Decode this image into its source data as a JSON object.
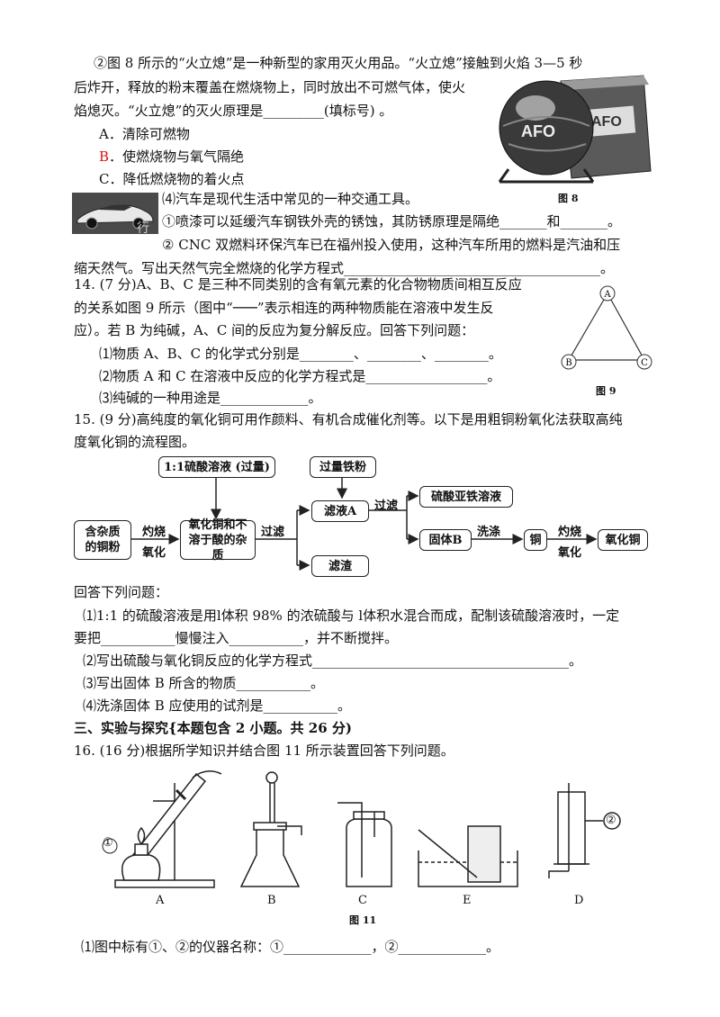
{
  "q13": {
    "p2_line1": "②图 8 所示的“火立熄”是一种新型的家用灭火用品。“火立熄”接触到火焰 3—5 秒",
    "p2_line2": "后炸开，释放的粉末覆盖在燃烧物上，同时放出不可燃气体，使火",
    "p2_line3": "焰熄灭。“火立熄”的灭火原理是_________(填标号) 。",
    "opt_a": "A．清除可燃物",
    "opt_b_letter": "B",
    "opt_b_text": "．使燃烧物与氧气隔绝",
    "opt_c": "C．降低燃烧物的着火点",
    "fig8_caption": "图 8",
    "q4_line": "⑷汽车是现代生活中常见的一种交通工具。",
    "q4_1": "①喷漆可以延缓汽车钢铁外壳的锈蚀，其防锈原理是隔绝_______和_______。",
    "q4_2a": "② CNC 双燃料环保汽车已在福州投入使用，这种汽车所用的燃料是汽油和压",
    "q4_2b": "缩天然气。写出天然气完全燃烧的化学方程式______________________________________。"
  },
  "q14": {
    "line1": "14. (7 分)A、B、C 是三种不同类别的含有氧元素的化合物物质间相互反应",
    "line2": "的关系如图 9 所示（图中“───”表示相连的两种物质能在溶液中发生反",
    "line3": "应）。若 B 为纯碱，A、C 间的反应为复分解反应。回答下列问题：",
    "sub1": "⑴物质 A、B、C 的化学式分别是________、________、________。",
    "sub2": "⑵物质 A 和 C 在溶液中反应的化学方程式是__________________。",
    "sub3": "⑶纯碱的一种用途是_____________。",
    "fig9": {
      "node_a": "A",
      "node_b": "B",
      "node_c": "C",
      "caption": "图 9"
    }
  },
  "q15": {
    "line1": "15. (9 分)高纯度的氧化铜可用作颜料、有机合成催化剂等。以下是用粗铜粉氧化法获取高纯",
    "line2": "度氧化铜的流程图。",
    "flow": {
      "acid": "1:1硫酸溶液 (过量)",
      "iron": "过量铁粉",
      "raw": "含杂质的铜粉",
      "burn1_a": "灼烧",
      "burn1_b": "氧化",
      "mix": "氧化铜和不溶于酸的杂质",
      "filter1": "过滤",
      "filtrate_a": "滤液A",
      "filter2": "过滤",
      "feso4": "硫酸亚铁溶液",
      "solid_b": "固体B",
      "wash": "洗涤",
      "copper": "铜",
      "burn2_a": "灼烧",
      "burn2_b": "氧化",
      "cuo": "氧化铜",
      "residue": "滤渣"
    },
    "answer_intro": "回答下列问题：",
    "sub1a": "⑴1:1 的硫酸溶液是用l体积 98% 的浓硫酸与 l体积水混合而成，配制该硫酸溶液时，一定",
    "sub1b": "要把___________慢慢注入___________，并不断搅拌。",
    "sub2": "⑵写出硫酸与氧化铜反应的化学方程式______________________________________。",
    "sub3": "⑶写出固体 B 所含的物质___________。",
    "sub4": "⑷洗涤固体 B 应使用的试剂是___________。"
  },
  "section3": "三、实验与探究{本题包含 2 小题。共 26 分)",
  "q16": {
    "line1": "16.  (16 分)根据所学知识并结合图 11 所示装置回答下列问题。",
    "fig11": {
      "label_a": "A",
      "label_b": "B",
      "label_c": "C",
      "label_e": "E",
      "label_d": "D",
      "mark1": "①",
      "mark2": "②",
      "caption": "图 11"
    },
    "sub1": "⑴图中标有①、②的仪器名称：①_____________，②_____________。"
  }
}
